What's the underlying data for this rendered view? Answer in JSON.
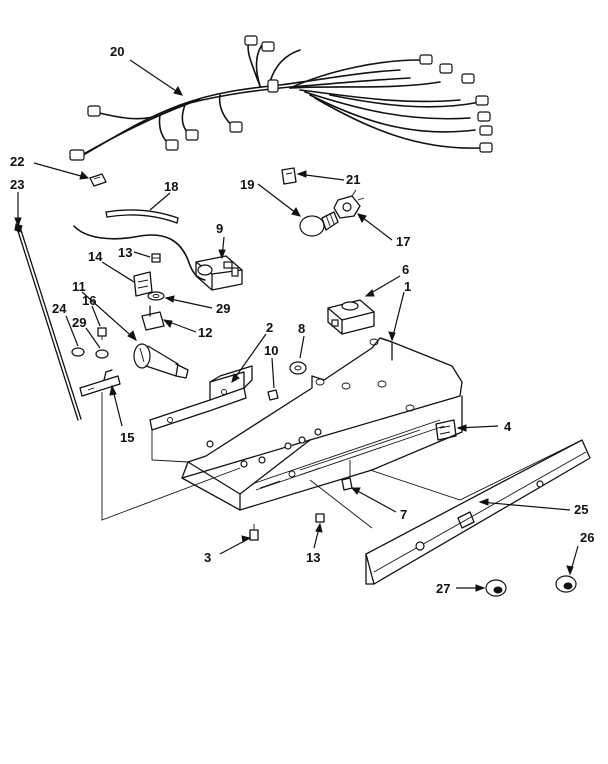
{
  "callouts": [
    {
      "id": "20",
      "label": "20"
    },
    {
      "id": "22",
      "label": "22"
    },
    {
      "id": "23",
      "label": "23"
    },
    {
      "id": "18",
      "label": "18"
    },
    {
      "id": "19",
      "label": "19"
    },
    {
      "id": "21",
      "label": "21"
    },
    {
      "id": "17",
      "label": "17"
    },
    {
      "id": "9",
      "label": "9"
    },
    {
      "id": "13a",
      "label": "13"
    },
    {
      "id": "14",
      "label": "14"
    },
    {
      "id": "29a",
      "label": "29"
    },
    {
      "id": "11",
      "label": "11"
    },
    {
      "id": "12",
      "label": "12"
    },
    {
      "id": "24",
      "label": "24"
    },
    {
      "id": "16",
      "label": "16"
    },
    {
      "id": "29b",
      "label": "29"
    },
    {
      "id": "6",
      "label": "6"
    },
    {
      "id": "1",
      "label": "1"
    },
    {
      "id": "2",
      "label": "2"
    },
    {
      "id": "8",
      "label": "8"
    },
    {
      "id": "10",
      "label": "10"
    },
    {
      "id": "15",
      "label": "15"
    },
    {
      "id": "4",
      "label": "4"
    },
    {
      "id": "7",
      "label": "7"
    },
    {
      "id": "25",
      "label": "25"
    },
    {
      "id": "26",
      "label": "26"
    },
    {
      "id": "3",
      "label": "3"
    },
    {
      "id": "13b",
      "label": "13"
    },
    {
      "id": "27",
      "label": "27"
    }
  ]
}
